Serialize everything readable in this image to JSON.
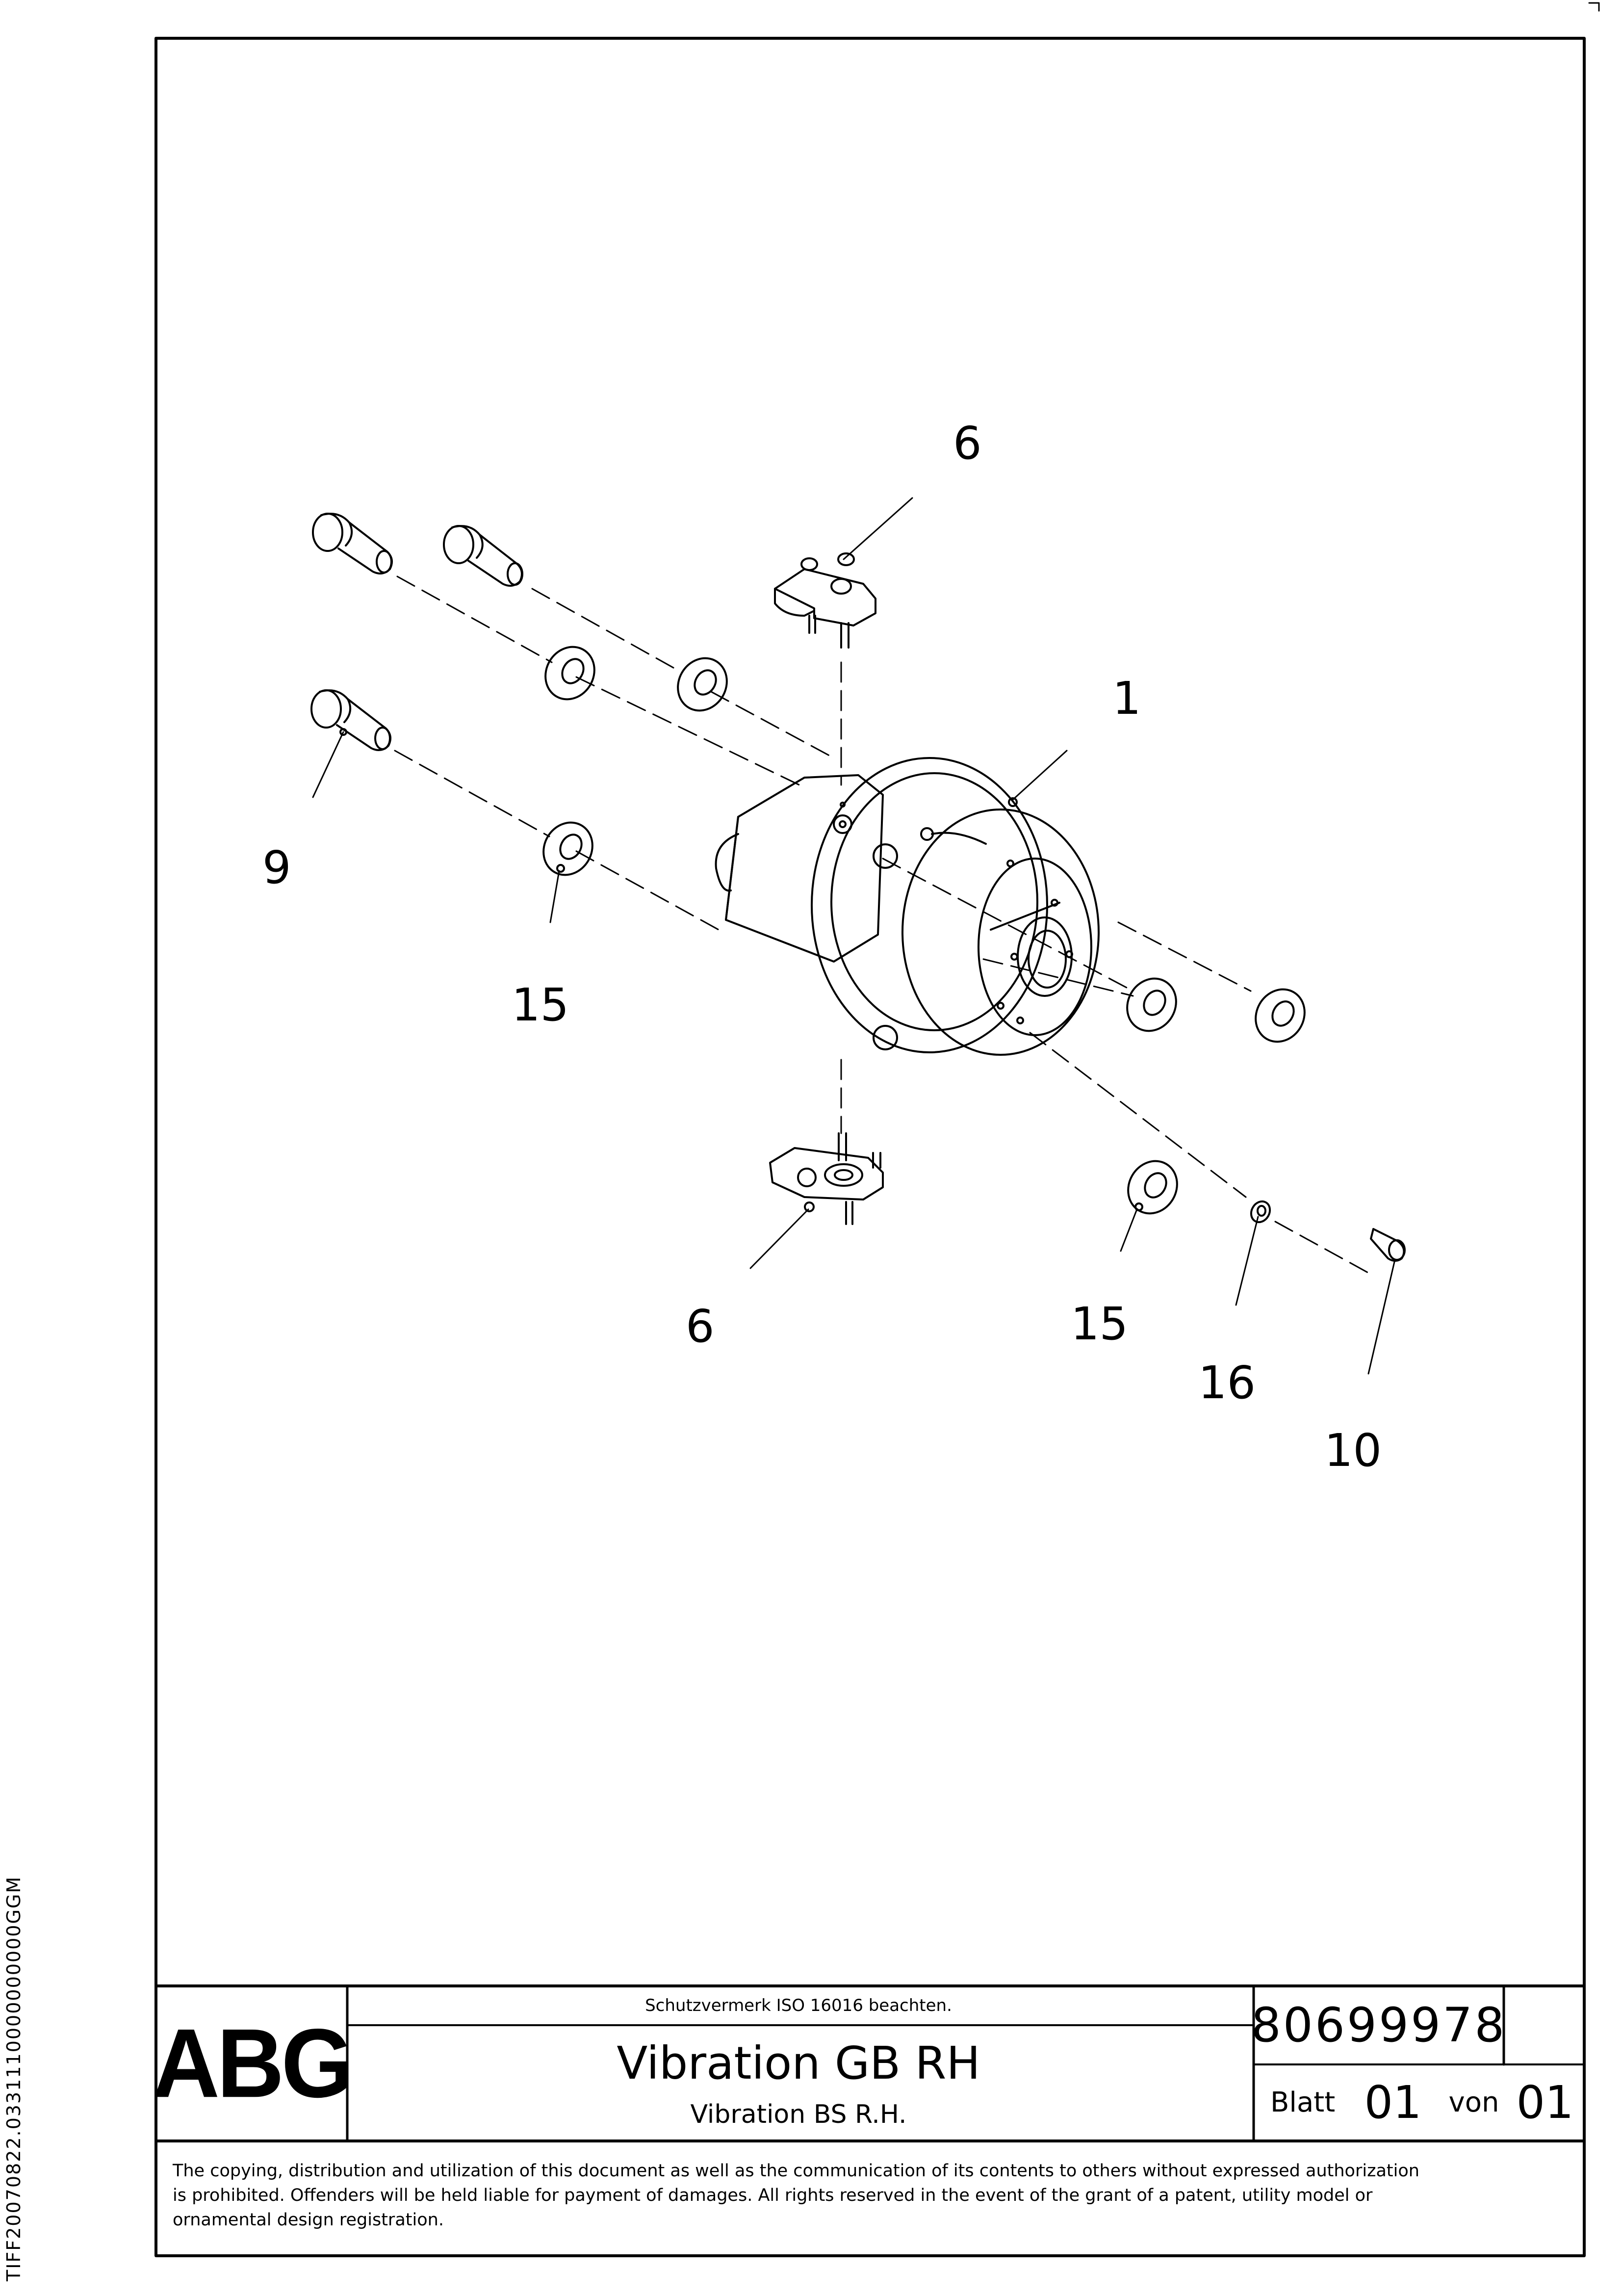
{
  "sidebar": {
    "document_id": "TIFF20070822.0331110000000000GGM"
  },
  "title_block": {
    "logo": "ABG",
    "protection_notice": "Schutzvermerk ISO 16016 beachten.",
    "title_en": "Vibration GB RH",
    "title_de": "Vibration BS R.H.",
    "document_number": "80699978",
    "sheet_label": "Blatt",
    "sheet_number": "01",
    "of_label": "von",
    "sheet_total": "01"
  },
  "copyright": {
    "line1": "The copying, distribution and utilization of this document as well as the communication of its contents to others without expressed authorization",
    "line2": "is prohibited. Offenders will be held liable for payment of damages. All rights reserved in the event of the grant of a patent, utility model or",
    "line3": "ornamental design registration."
  },
  "callouts": {
    "top_bracket": "6",
    "hub": "1",
    "bolt_left": "9",
    "washer_left": "15",
    "bottom_bracket": "6",
    "washer_bottom": "15",
    "small_washer": "16",
    "small_screw": "10"
  }
}
